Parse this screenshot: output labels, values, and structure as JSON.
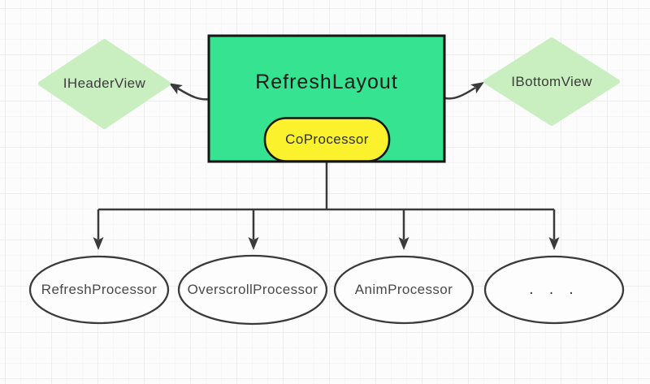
{
  "colors": {
    "box_green": "#35e391",
    "pill_yellow": "#fbf22d",
    "diamond_green": "#c9efc1",
    "node_fill": "#fdfdfd",
    "line": "#3a3a3a",
    "border_dark": "#151515"
  },
  "diagram": {
    "root": {
      "label": "RefreshLayout"
    },
    "coprocessor": {
      "label": "CoProcessor"
    },
    "header": {
      "label": "IHeaderView"
    },
    "bottom": {
      "label": "IBottomView"
    },
    "processors": [
      {
        "label": "RefreshProcessor"
      },
      {
        "label": "OverscrollProcessor"
      },
      {
        "label": "AnimProcessor"
      },
      {
        "label": ". . ."
      }
    ]
  }
}
